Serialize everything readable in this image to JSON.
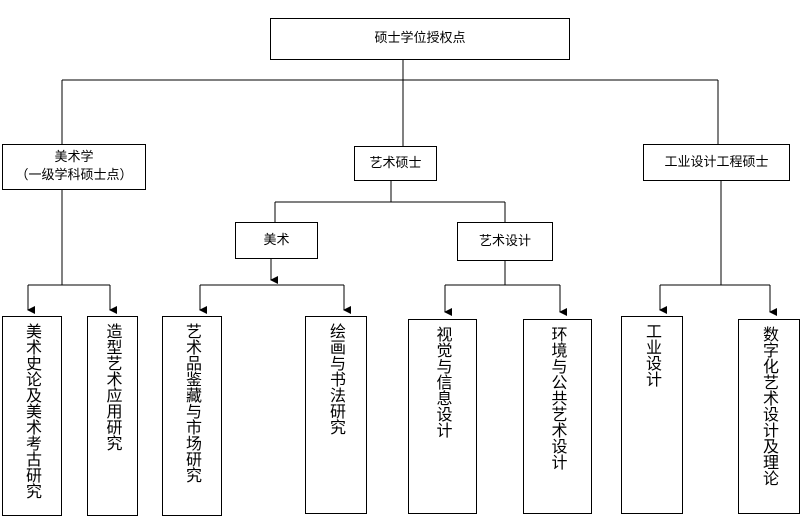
{
  "root": {
    "label": "硕士学位授权点"
  },
  "level1": {
    "meishuxue": {
      "label": "美术学",
      "sublabel": "（一级学科硕士点）"
    },
    "yishu": {
      "label": "艺术硕士"
    },
    "gongye": {
      "label": "工业设计工程硕士"
    }
  },
  "level2": {
    "meishu": {
      "label": "美术"
    },
    "yishusheji": {
      "label": "艺术设计"
    }
  },
  "leaves": {
    "l1": "美术史论及美术考古研究",
    "l2": "造型艺术应用研究",
    "l3": "艺术品鉴藏与市场研究",
    "l4": "绘画与书法研究",
    "l5": "视觉与信息设计",
    "l6": "环境与公共艺术设计",
    "l7": "工业设计",
    "l8": "数字化艺术设计及理论"
  }
}
